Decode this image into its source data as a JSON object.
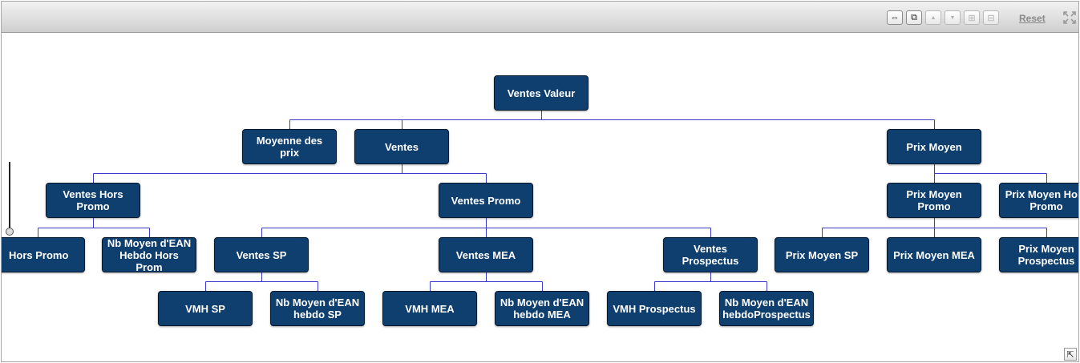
{
  "toolbar": {
    "reset_label": "Reset",
    "buttons": [
      {
        "name": "fit-to-view-icon",
        "glyph": "⇔"
      },
      {
        "name": "window-stack-icon",
        "glyph": "⧉"
      },
      {
        "name": "arrow-up-icon",
        "glyph": "▲"
      },
      {
        "name": "arrow-down-icon",
        "glyph": "▼"
      },
      {
        "name": "zoom-in-icon",
        "glyph": "⊞"
      },
      {
        "name": "zoom-out-icon",
        "glyph": "⊟"
      }
    ]
  },
  "colors": {
    "node_fill": "#0f3f6f",
    "node_border": "#05182b",
    "link": "#3a3acc",
    "toolbar": "#d8d8d8"
  },
  "tree": {
    "nodes": [
      {
        "id": "n1",
        "label": "Ventes Valeur"
      },
      {
        "id": "n2",
        "label": "Moyenne des prix"
      },
      {
        "id": "n3",
        "label": "Ventes"
      },
      {
        "id": "n4",
        "label": "Prix Moyen"
      },
      {
        "id": "n5",
        "label": "Ventes Hors\nPromo"
      },
      {
        "id": "n6",
        "label": "Ventes Promo"
      },
      {
        "id": "n7",
        "label": "Prix Moyen Promo"
      },
      {
        "id": "n8",
        "label": "Prix Moyen Hors\nPromo"
      },
      {
        "id": "n9",
        "label": "Hors Promo"
      },
      {
        "id": "n10",
        "label": "Nb Moyen d'EAN\nHebdo Hors Prom"
      },
      {
        "id": "n11",
        "label": "Ventes SP"
      },
      {
        "id": "n12",
        "label": "Ventes MEA"
      },
      {
        "id": "n13",
        "label": "Ventes Prospectus"
      },
      {
        "id": "n14",
        "label": "Prix Moyen SP"
      },
      {
        "id": "n15",
        "label": "Prix Moyen MEA"
      },
      {
        "id": "n16",
        "label": "Prix Moyen\nProspectus"
      },
      {
        "id": "n17",
        "label": "VMH SP"
      },
      {
        "id": "n18",
        "label": "Nb Moyen d'EAN\nhebdo SP"
      },
      {
        "id": "n19",
        "label": "VMH MEA"
      },
      {
        "id": "n20",
        "label": "Nb Moyen d'EAN\nhebdo MEA"
      },
      {
        "id": "n21",
        "label": "VMH Prospectus"
      },
      {
        "id": "n22",
        "label": "Nb Moyen d'EAN\nhebdoProspectus"
      }
    ],
    "edges": [
      [
        "n1",
        "n2"
      ],
      [
        "n1",
        "n3"
      ],
      [
        "n1",
        "n4"
      ],
      [
        "n3",
        "n5"
      ],
      [
        "n3",
        "n6"
      ],
      [
        "n4",
        "n7"
      ],
      [
        "n4",
        "n8"
      ],
      [
        "n5",
        "n9"
      ],
      [
        "n5",
        "n10"
      ],
      [
        "n6",
        "n11"
      ],
      [
        "n6",
        "n12"
      ],
      [
        "n6",
        "n13"
      ],
      [
        "n7",
        "n14"
      ],
      [
        "n7",
        "n15"
      ],
      [
        "n7",
        "n16"
      ],
      [
        "n11",
        "n17"
      ],
      [
        "n11",
        "n18"
      ],
      [
        "n12",
        "n19"
      ],
      [
        "n12",
        "n20"
      ],
      [
        "n13",
        "n21"
      ],
      [
        "n13",
        "n22"
      ]
    ]
  }
}
